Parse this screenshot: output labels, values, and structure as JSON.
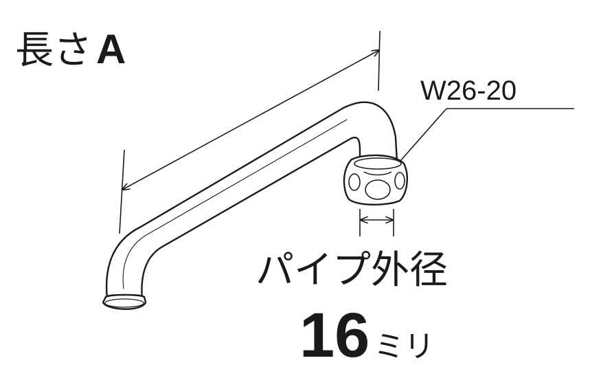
{
  "labels": {
    "length_prefix": "長さ",
    "length_letter": "A",
    "thread_size": "W26-20",
    "pipe_diameter_title": "パイプ外径",
    "pipe_diameter_value": "16",
    "pipe_diameter_unit": "ミリ"
  },
  "colors": {
    "line": "#1a1a1a",
    "background": "#ffffff"
  },
  "icons": [
    "spout-pipe-icon",
    "hex-nut-icon",
    "dimension-arrow-icon"
  ]
}
